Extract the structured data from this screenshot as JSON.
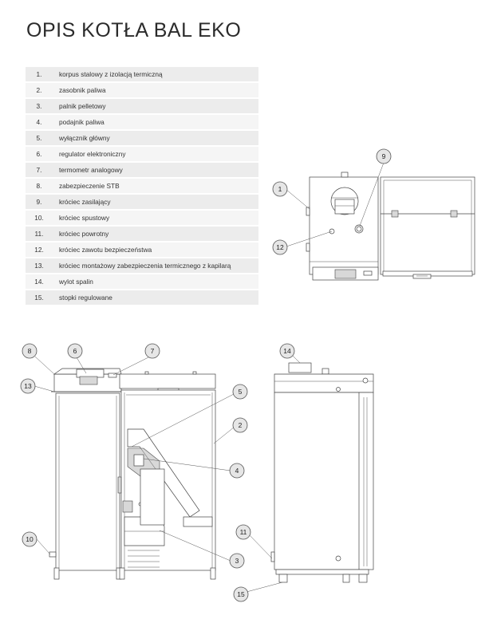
{
  "title": "OPIS KOTŁA BAL EKO",
  "parts": [
    {
      "num": "1.",
      "label": "korpus stalowy z izolacją termiczną"
    },
    {
      "num": "2.",
      "label": "zasobnik paliwa"
    },
    {
      "num": "3.",
      "label": "palnik pelletowy"
    },
    {
      "num": "4.",
      "label": "podajnik paliwa"
    },
    {
      "num": "5.",
      "label": "wyłącznik główny"
    },
    {
      "num": "6.",
      "label": "regulator elektroniczny"
    },
    {
      "num": "7.",
      "label": "termometr analogowy"
    },
    {
      "num": "8.",
      "label": "zabezpieczenie STB"
    },
    {
      "num": "9.",
      "label": "króciec zasilający"
    },
    {
      "num": "10.",
      "label": "króciec spustowy"
    },
    {
      "num": "11.",
      "label": "króciec powrotny"
    },
    {
      "num": "12.",
      "label": "króciec zawotu bezpieczeństwa"
    },
    {
      "num": "13.",
      "label": "króciec montażowy zabezpieczenia termicznego z kapilarą"
    },
    {
      "num": "14.",
      "label": "wylot spalin"
    },
    {
      "num": "15.",
      "label": "stopki regulowane"
    }
  ],
  "callouts": {
    "c1": "1",
    "c2": "2",
    "c3": "3",
    "c4": "4",
    "c5": "5",
    "c6": "6",
    "c7": "7",
    "c8": "8",
    "c9": "9",
    "c10": "10",
    "c11": "11",
    "c12": "12",
    "c13": "13",
    "c14": "14",
    "c15": "15"
  }
}
